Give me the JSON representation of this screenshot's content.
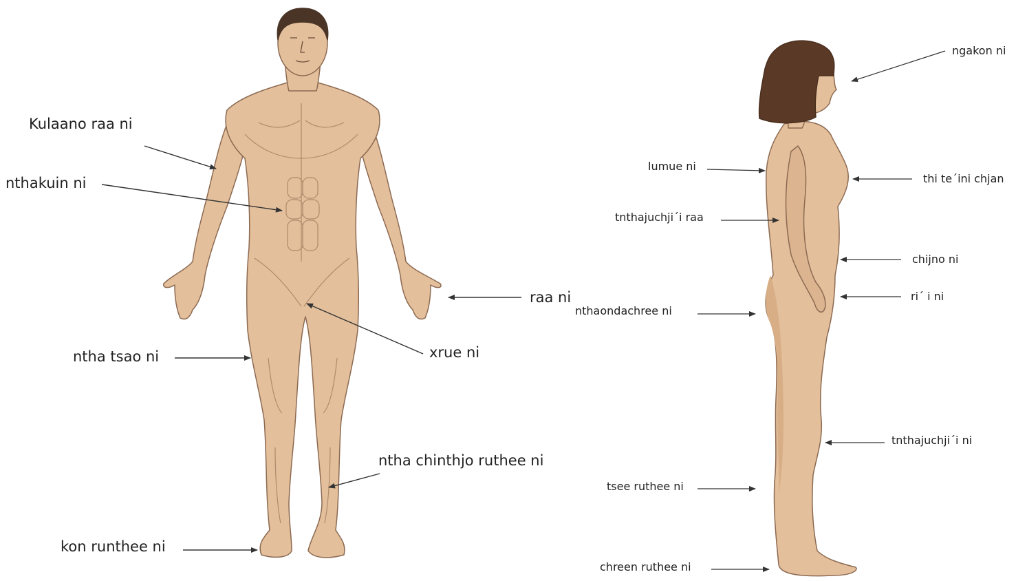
{
  "male_labels": {
    "shoulder": "Kulaano raa ni",
    "abdomen": "nthakuin ni",
    "hand": "raa ni",
    "thigh": "ntha tsao ni",
    "groin": "xrue ni",
    "shin": "ntha chinthjo ruthee ni",
    "foot": "kon runthee ni"
  },
  "female_labels": {
    "head": "ngakon ni",
    "back": "lumue ni",
    "breast": "thi te´ini chjan",
    "elbow": "tnthajuchji´i raa",
    "waist": "chijno ni",
    "wrist": "ri´ i ni",
    "buttocks": "nthaondachree ni",
    "knee": "tnthajuchji´i ni",
    "calf": "tsee ruthee ni",
    "heel": "chreen ruthee ni"
  },
  "colors": {
    "skin": "#e3bf9b",
    "skin_shadow": "#d8ae86",
    "outline": "#8c6a52",
    "hair_male": "#4a3426",
    "hair_female": "#5a3a26",
    "arrow": "#333333"
  }
}
